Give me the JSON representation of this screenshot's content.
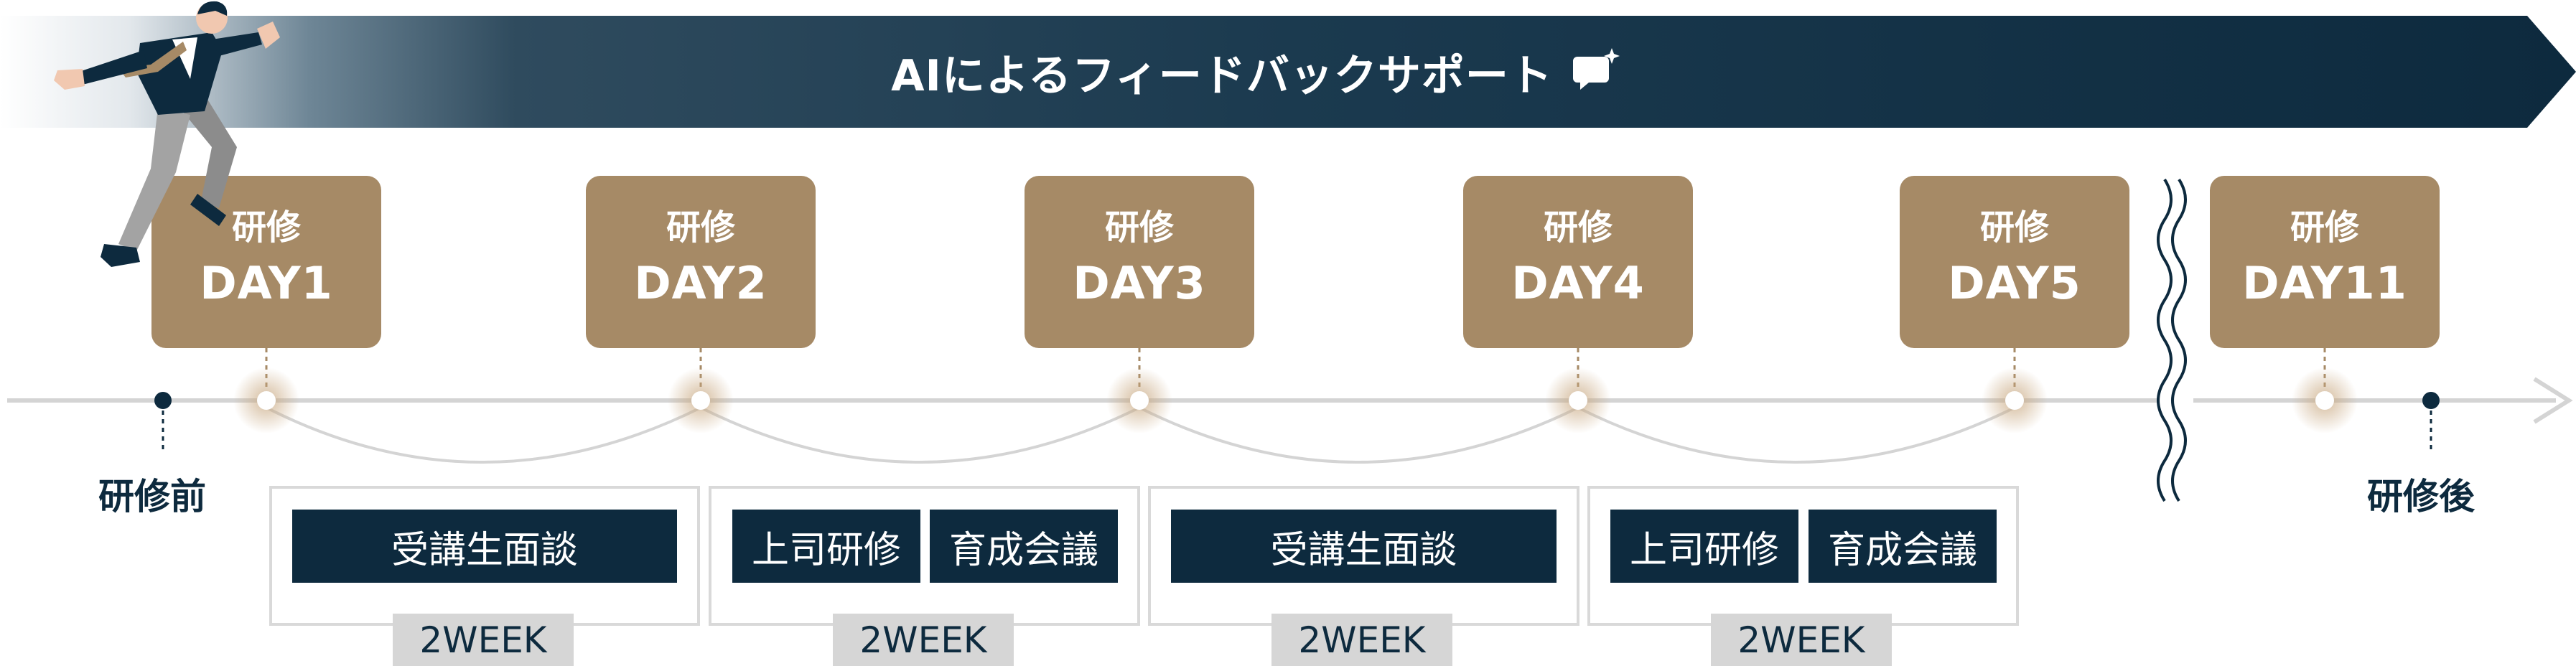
{
  "banner": {
    "title": "AIによるフィードバックサポート",
    "icon": "chat-sparkle-icon",
    "color_start": "#ffffff",
    "color_end": "#0d2a3e"
  },
  "days": [
    {
      "line1": "研修",
      "line2": "DAY1"
    },
    {
      "line1": "研修",
      "line2": "DAY2"
    },
    {
      "line1": "研修",
      "line2": "DAY3"
    },
    {
      "line1": "研修",
      "line2": "DAY4"
    },
    {
      "line1": "研修",
      "line2": "DAY5"
    },
    {
      "line1": "研修",
      "line2": "DAY11"
    }
  ],
  "timeline": {
    "pre_label": "研修前",
    "post_label": "研修後"
  },
  "periods": [
    {
      "activities": [
        "受講生面談"
      ],
      "duration": "2WEEK"
    },
    {
      "activities": [
        "上司研修",
        "育成会議"
      ],
      "duration": "2WEEK"
    },
    {
      "activities": [
        "受講生面談"
      ],
      "duration": "2WEEK"
    },
    {
      "activities": [
        "上司研修",
        "育成会議"
      ],
      "duration": "2WEEK"
    }
  ],
  "colors": {
    "navy": "#0d2a3e",
    "gold": "#a68a66",
    "gray": "#d6d6d6"
  }
}
